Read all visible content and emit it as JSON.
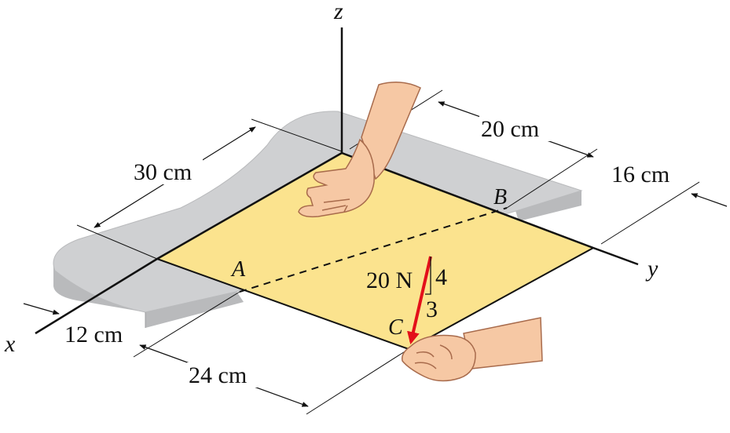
{
  "colors": {
    "table": "#cfd0d2",
    "table_edge": "#b9babc",
    "board": "#fbe38e",
    "force": "#e3101a",
    "skin": "#f6c8a4",
    "skin_line": "#a86b4c",
    "ink": "#111111"
  },
  "axes": {
    "x": "x",
    "y": "y",
    "z": "z"
  },
  "points": {
    "a": "A",
    "b": "B",
    "c": "C"
  },
  "dimensions": {
    "d30": "30 cm",
    "d20": "20 cm",
    "d16": "16 cm",
    "d12": "12 cm",
    "d24": "24 cm"
  },
  "force": {
    "magnitude": "20 N",
    "slope_rise": "4",
    "slope_run": "3"
  },
  "icons": [
    "hand-pressing-icon",
    "hand-pulling-icon",
    "force-arrow-icon"
  ]
}
